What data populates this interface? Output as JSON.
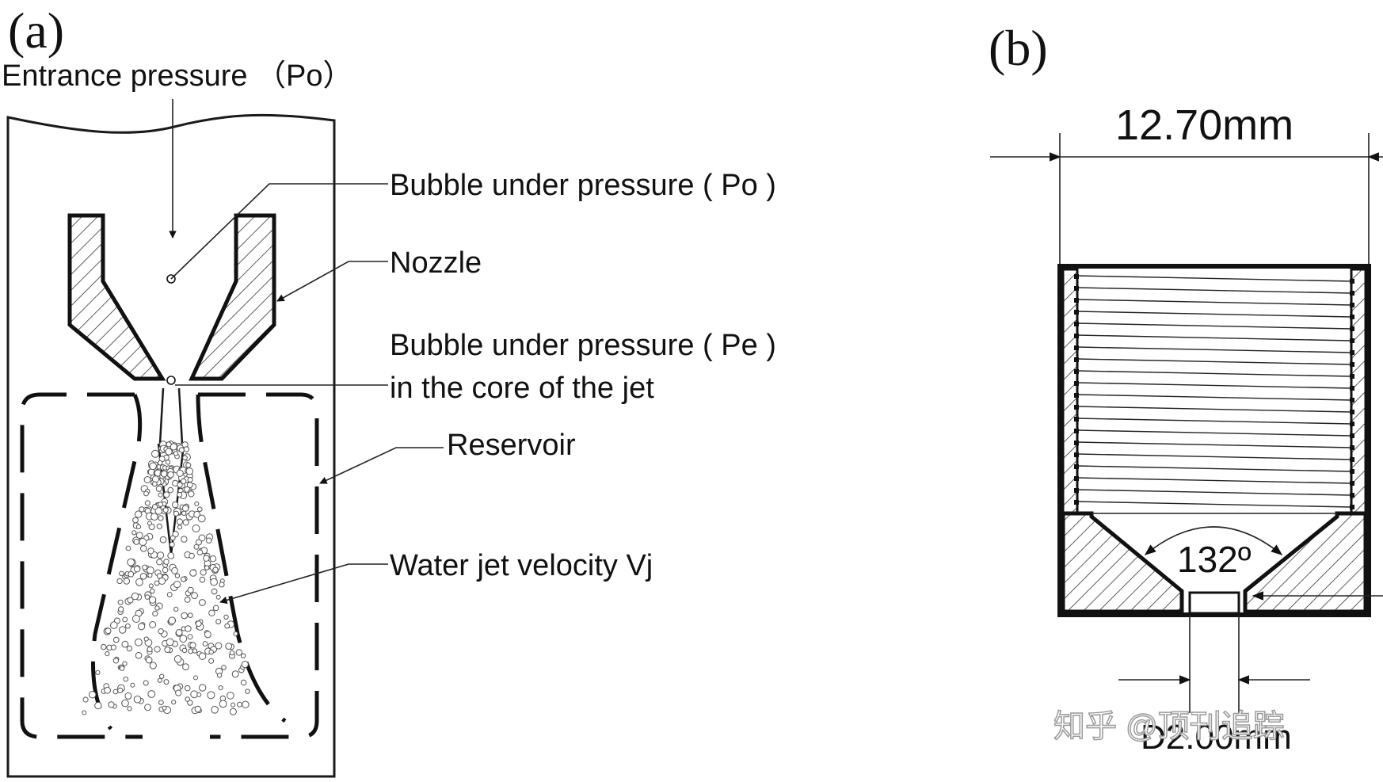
{
  "panel_a": {
    "label": "(a)",
    "entrance_label": "Entrance pressure （Po）",
    "annotations": [
      "Bubble under pressure ( Po )",
      "Nozzle",
      "Bubble under pressure ( Pe )",
      "in the core of the jet",
      "Reservoir",
      "Water jet velocity Vj"
    ]
  },
  "panel_b": {
    "label": "(b)",
    "width_dim": "12.70mm",
    "angle_dim": "132º",
    "orifice_dim": "D2.00mm"
  },
  "watermark": "知乎 @顶刊追踪"
}
